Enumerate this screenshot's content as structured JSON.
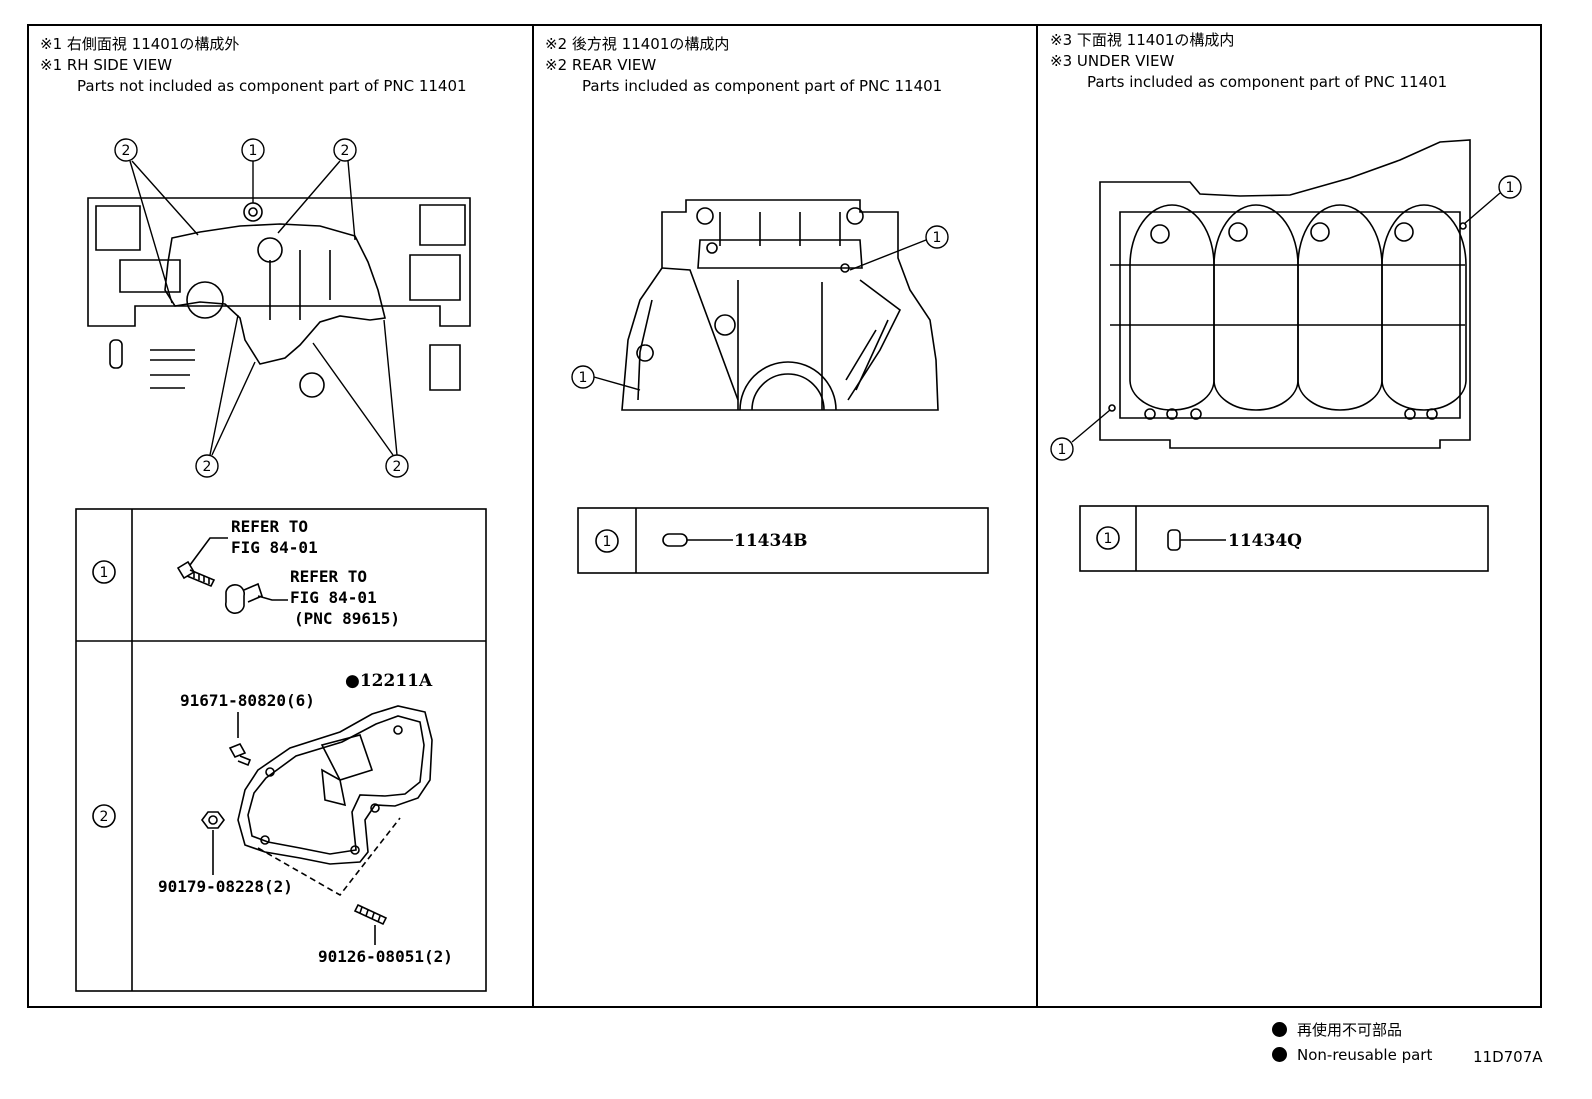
{
  "panels": [
    {
      "title_jp": "※1 右側面視 11401の構成外",
      "title_en": "※1 RH SIDE VIEW",
      "subtitle": "Parts not included as component part of PNC 11401"
    },
    {
      "title_jp": "※2 後方視 11401の構成内",
      "title_en": "※2 REAR VIEW",
      "subtitle": "Parts included as component part of PNC 11401"
    },
    {
      "title_jp": "※3 下面視 11401の構成内",
      "title_en": "※3 UNDER VIEW",
      "subtitle": "Parts included as component part of PNC 11401"
    }
  ],
  "callouts": {
    "one": "1",
    "two": "2"
  },
  "table1": {
    "refer1_line1": "REFER TO",
    "refer1_line2": "FIG 84-01",
    "refer2_line1": "REFER TO",
    "refer2_line2": "FIG 84-01",
    "refer2_line3": "(PNC 89615)",
    "gasket": "●12211A",
    "bolt": "91671-80820(6)",
    "nut": "90179-08228(2)",
    "stud": "90126-08051(2)"
  },
  "table2": {
    "part": "11434B"
  },
  "table3": {
    "part": "11434Q"
  },
  "legend": {
    "jp": "再使用不可部品",
    "en": "Non-reusable part"
  },
  "figure_id": "11D707A"
}
